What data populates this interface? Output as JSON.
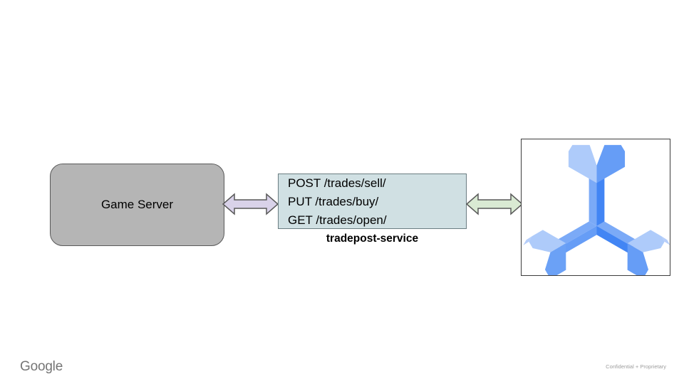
{
  "slide": {
    "background": "#ffffff"
  },
  "nodes": {
    "game_server": {
      "label": "Game Server",
      "fill": "#b5b5b5",
      "border": "#595959"
    },
    "service": {
      "line1": "POST /trades/sell/",
      "line2": "PUT /trades/buy/",
      "line3": "GET /trades/open/",
      "caption": "tradepost-service",
      "fill": "#d0e0e3"
    },
    "database": {
      "icon": "cloud-spanner-icon",
      "colors": {
        "pale": "#aecbfa",
        "cap": "#b6cefa",
        "light": "#7baaf7",
        "medium": "#669df6",
        "medium_alt": "#6ba1f6",
        "dark": "#4285f4"
      }
    }
  },
  "arrows": {
    "left": {
      "fill": "#d9d2e9",
      "stroke": "#595959",
      "direction": "bidirectional"
    },
    "right": {
      "fill": "#d9ead3",
      "stroke": "#595959",
      "direction": "bidirectional"
    }
  },
  "footer": {
    "brand": "Google",
    "confidential": "Confidential + Proprietary"
  }
}
